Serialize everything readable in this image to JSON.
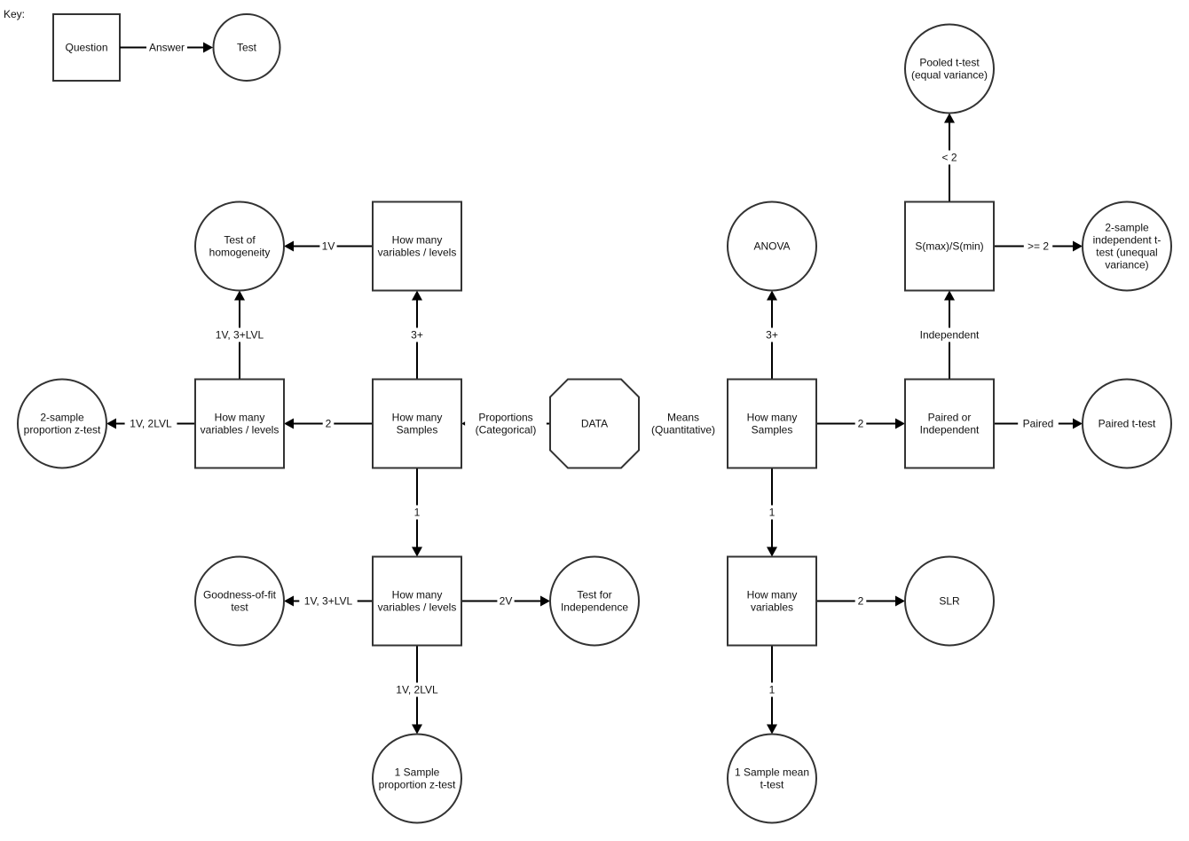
{
  "key": {
    "title": "Key:",
    "question_label": "Question",
    "answer_label": "Answer",
    "test_label": "Test"
  },
  "nodes": [
    {
      "id": "data",
      "shape": "octagon",
      "lines": [
        "DATA"
      ]
    },
    {
      "id": "prop_samples",
      "shape": "square",
      "lines": [
        "How many",
        "Samples"
      ]
    },
    {
      "id": "prop_vars_top",
      "shape": "square",
      "lines": [
        "How many",
        "variables / levels"
      ]
    },
    {
      "id": "prop_vars_left",
      "shape": "square",
      "lines": [
        "How many",
        "variables / levels"
      ]
    },
    {
      "id": "prop_vars_bottom",
      "shape": "square",
      "lines": [
        "How many",
        "variables / levels"
      ]
    },
    {
      "id": "homogeneity",
      "shape": "circle",
      "lines": [
        "Test of",
        "homogeneity"
      ]
    },
    {
      "id": "two_prop_z",
      "shape": "circle",
      "lines": [
        "2-sample",
        "proportion z-test"
      ]
    },
    {
      "id": "gof",
      "shape": "circle",
      "lines": [
        "Goodness-of-fit",
        "test"
      ]
    },
    {
      "id": "independence",
      "shape": "circle",
      "lines": [
        "Test for",
        "Independence"
      ]
    },
    {
      "id": "one_prop_z",
      "shape": "circle",
      "lines": [
        "1 Sample",
        "proportion z-test"
      ]
    },
    {
      "id": "mean_samples",
      "shape": "square",
      "lines": [
        "How many",
        "Samples"
      ]
    },
    {
      "id": "anova",
      "shape": "circle",
      "lines": [
        "ANOVA"
      ]
    },
    {
      "id": "paired_indep",
      "shape": "square",
      "lines": [
        "Paired or",
        "Independent"
      ]
    },
    {
      "id": "smax_smin",
      "shape": "square",
      "lines": [
        "S(max)/S(min)"
      ]
    },
    {
      "id": "pooled_t",
      "shape": "circle",
      "lines": [
        "Pooled t-test",
        "(equal variance)"
      ]
    },
    {
      "id": "two_sample_indep_t",
      "shape": "circle",
      "lines": [
        "2-sample",
        "independent t-",
        "test (unequal",
        "variance)"
      ]
    },
    {
      "id": "paired_t",
      "shape": "circle",
      "lines": [
        "Paired t-test"
      ]
    },
    {
      "id": "mean_vars",
      "shape": "square",
      "lines": [
        "How many",
        "variables"
      ]
    },
    {
      "id": "slr",
      "shape": "circle",
      "lines": [
        "SLR"
      ]
    },
    {
      "id": "one_mean_t",
      "shape": "circle",
      "lines": [
        "1 Sample mean",
        "t-test"
      ]
    }
  ],
  "edges": [
    {
      "from": "data",
      "to": "prop_samples",
      "lines": [
        "Proportions",
        "(Categorical)"
      ]
    },
    {
      "from": "data",
      "to": "mean_samples",
      "lines": [
        "Means",
        "(Quantitative)"
      ]
    },
    {
      "from": "prop_samples",
      "to": "prop_vars_top",
      "lines": [
        "3+"
      ]
    },
    {
      "from": "prop_vars_top",
      "to": "homogeneity",
      "lines": [
        "1V"
      ]
    },
    {
      "from": "prop_samples",
      "to": "prop_vars_left",
      "lines": [
        "2"
      ]
    },
    {
      "from": "prop_vars_left",
      "to": "homogeneity",
      "lines": [
        "1V, 3+LVL"
      ]
    },
    {
      "from": "prop_vars_left",
      "to": "two_prop_z",
      "lines": [
        "1V, 2LVL"
      ]
    },
    {
      "from": "prop_samples",
      "to": "prop_vars_bottom",
      "lines": [
        "1"
      ]
    },
    {
      "from": "prop_vars_bottom",
      "to": "gof",
      "lines": [
        "1V, 3+LVL"
      ]
    },
    {
      "from": "prop_vars_bottom",
      "to": "independence",
      "lines": [
        "2V"
      ]
    },
    {
      "from": "prop_vars_bottom",
      "to": "one_prop_z",
      "lines": [
        "1V, 2LVL"
      ]
    },
    {
      "from": "mean_samples",
      "to": "anova",
      "lines": [
        "3+"
      ]
    },
    {
      "from": "mean_samples",
      "to": "paired_indep",
      "lines": [
        "2"
      ]
    },
    {
      "from": "mean_samples",
      "to": "mean_vars",
      "lines": [
        "1"
      ]
    },
    {
      "from": "paired_indep",
      "to": "smax_smin",
      "lines": [
        "Independent"
      ]
    },
    {
      "from": "paired_indep",
      "to": "paired_t",
      "lines": [
        "Paired"
      ]
    },
    {
      "from": "smax_smin",
      "to": "pooled_t",
      "lines": [
        "< 2"
      ]
    },
    {
      "from": "smax_smin",
      "to": "two_sample_indep_t",
      "lines": [
        ">= 2"
      ]
    },
    {
      "from": "mean_vars",
      "to": "slr",
      "lines": [
        "2"
      ]
    },
    {
      "from": "mean_vars",
      "to": "one_mean_t",
      "lines": [
        "1"
      ]
    }
  ]
}
